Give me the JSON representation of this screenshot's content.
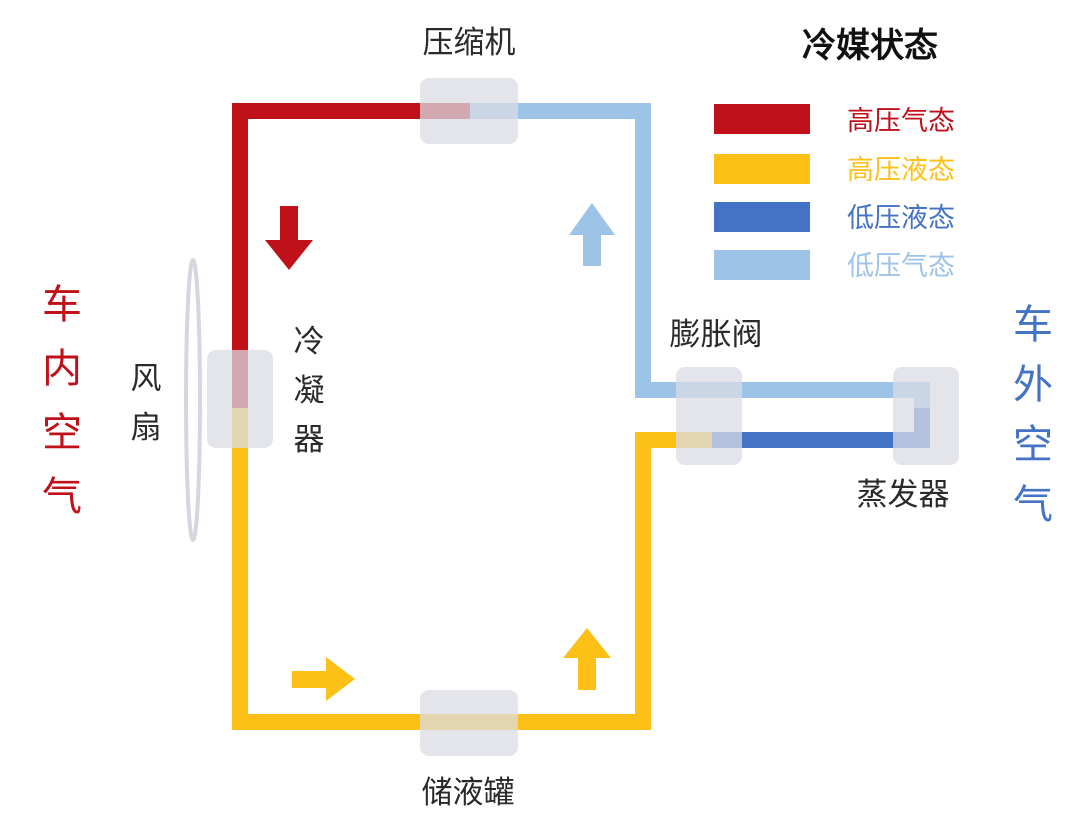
{
  "colors": {
    "high_pressure_gas": "#C0111B",
    "high_pressure_liquid": "#FCC016",
    "low_pressure_liquid": "#4472C4",
    "low_pressure_gas": "#9DC3E6",
    "component_box": "#D9DCE4",
    "fan_blade": "#D4D7DE",
    "inside_air_text": "#C0111B",
    "outside_air_text": "#4472C4",
    "label_text": "#2A2A2A"
  },
  "legend": {
    "title": "冷媒状态",
    "items": [
      {
        "label": "高压气态",
        "color": "#C0111B"
      },
      {
        "label": "高压液态",
        "color": "#FCC016"
      },
      {
        "label": "低压液态",
        "color": "#4472C4"
      },
      {
        "label": "低压气态",
        "color": "#9DC3E6"
      }
    ]
  },
  "components": {
    "compressor": "压缩机",
    "condenser": "冷凝器",
    "fan": "风扇",
    "expansion_valve": "膨胀阀",
    "evaporator": "蒸发器",
    "receiver": "储液罐"
  },
  "air": {
    "inside": "车内空气",
    "outside": "车外空气"
  },
  "flow_arrows": [
    {
      "direction": "down",
      "state": "high_pressure_gas"
    },
    {
      "direction": "up",
      "state": "low_pressure_gas"
    },
    {
      "direction": "right",
      "state": "high_pressure_liquid"
    },
    {
      "direction": "up",
      "state": "high_pressure_liquid"
    }
  ]
}
